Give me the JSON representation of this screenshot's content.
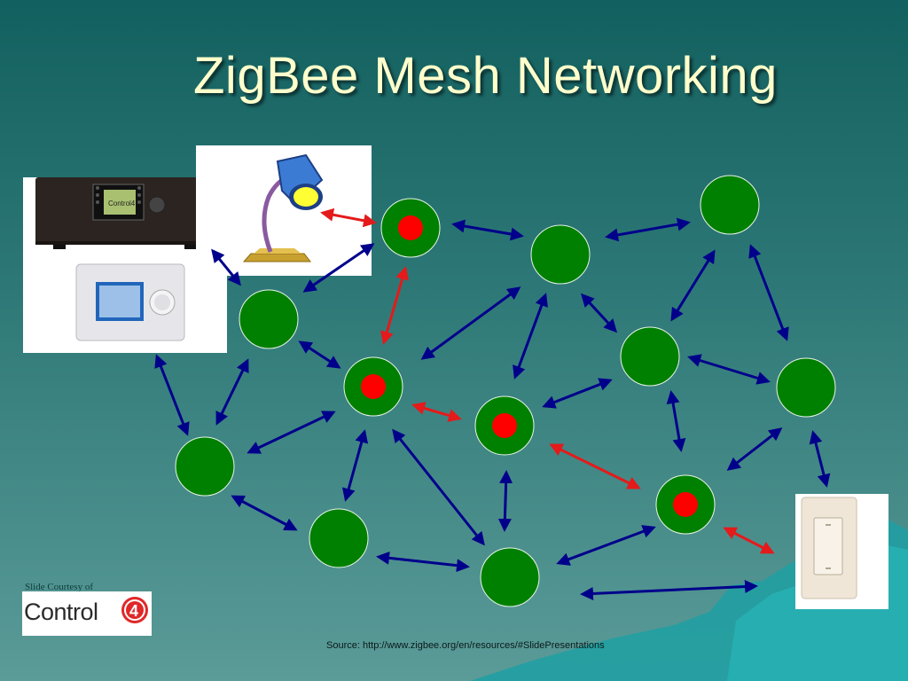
{
  "slide": {
    "title": "ZigBee Mesh Networking",
    "courtesy": "Slide Courtesy of",
    "logo_text": "Control",
    "logo_badge": "4",
    "source": "Source: http://www.zigbee.org/en/resources/#SlidePresentations"
  },
  "devices": {
    "receiver_brand": "Control4"
  },
  "colors": {
    "node_fill": "#008000",
    "router_dot": "#ff0000",
    "link_arrow": "#00008b",
    "device_link_arrow": "#e51a1a",
    "title_color": "#ffffcc",
    "background_top": "#12605f",
    "background_bottom": "#5b9b98"
  },
  "legend_semantics": {
    "node_icon": "green-circle-node-icon",
    "router_icon": "red-dot-router-icon"
  }
}
